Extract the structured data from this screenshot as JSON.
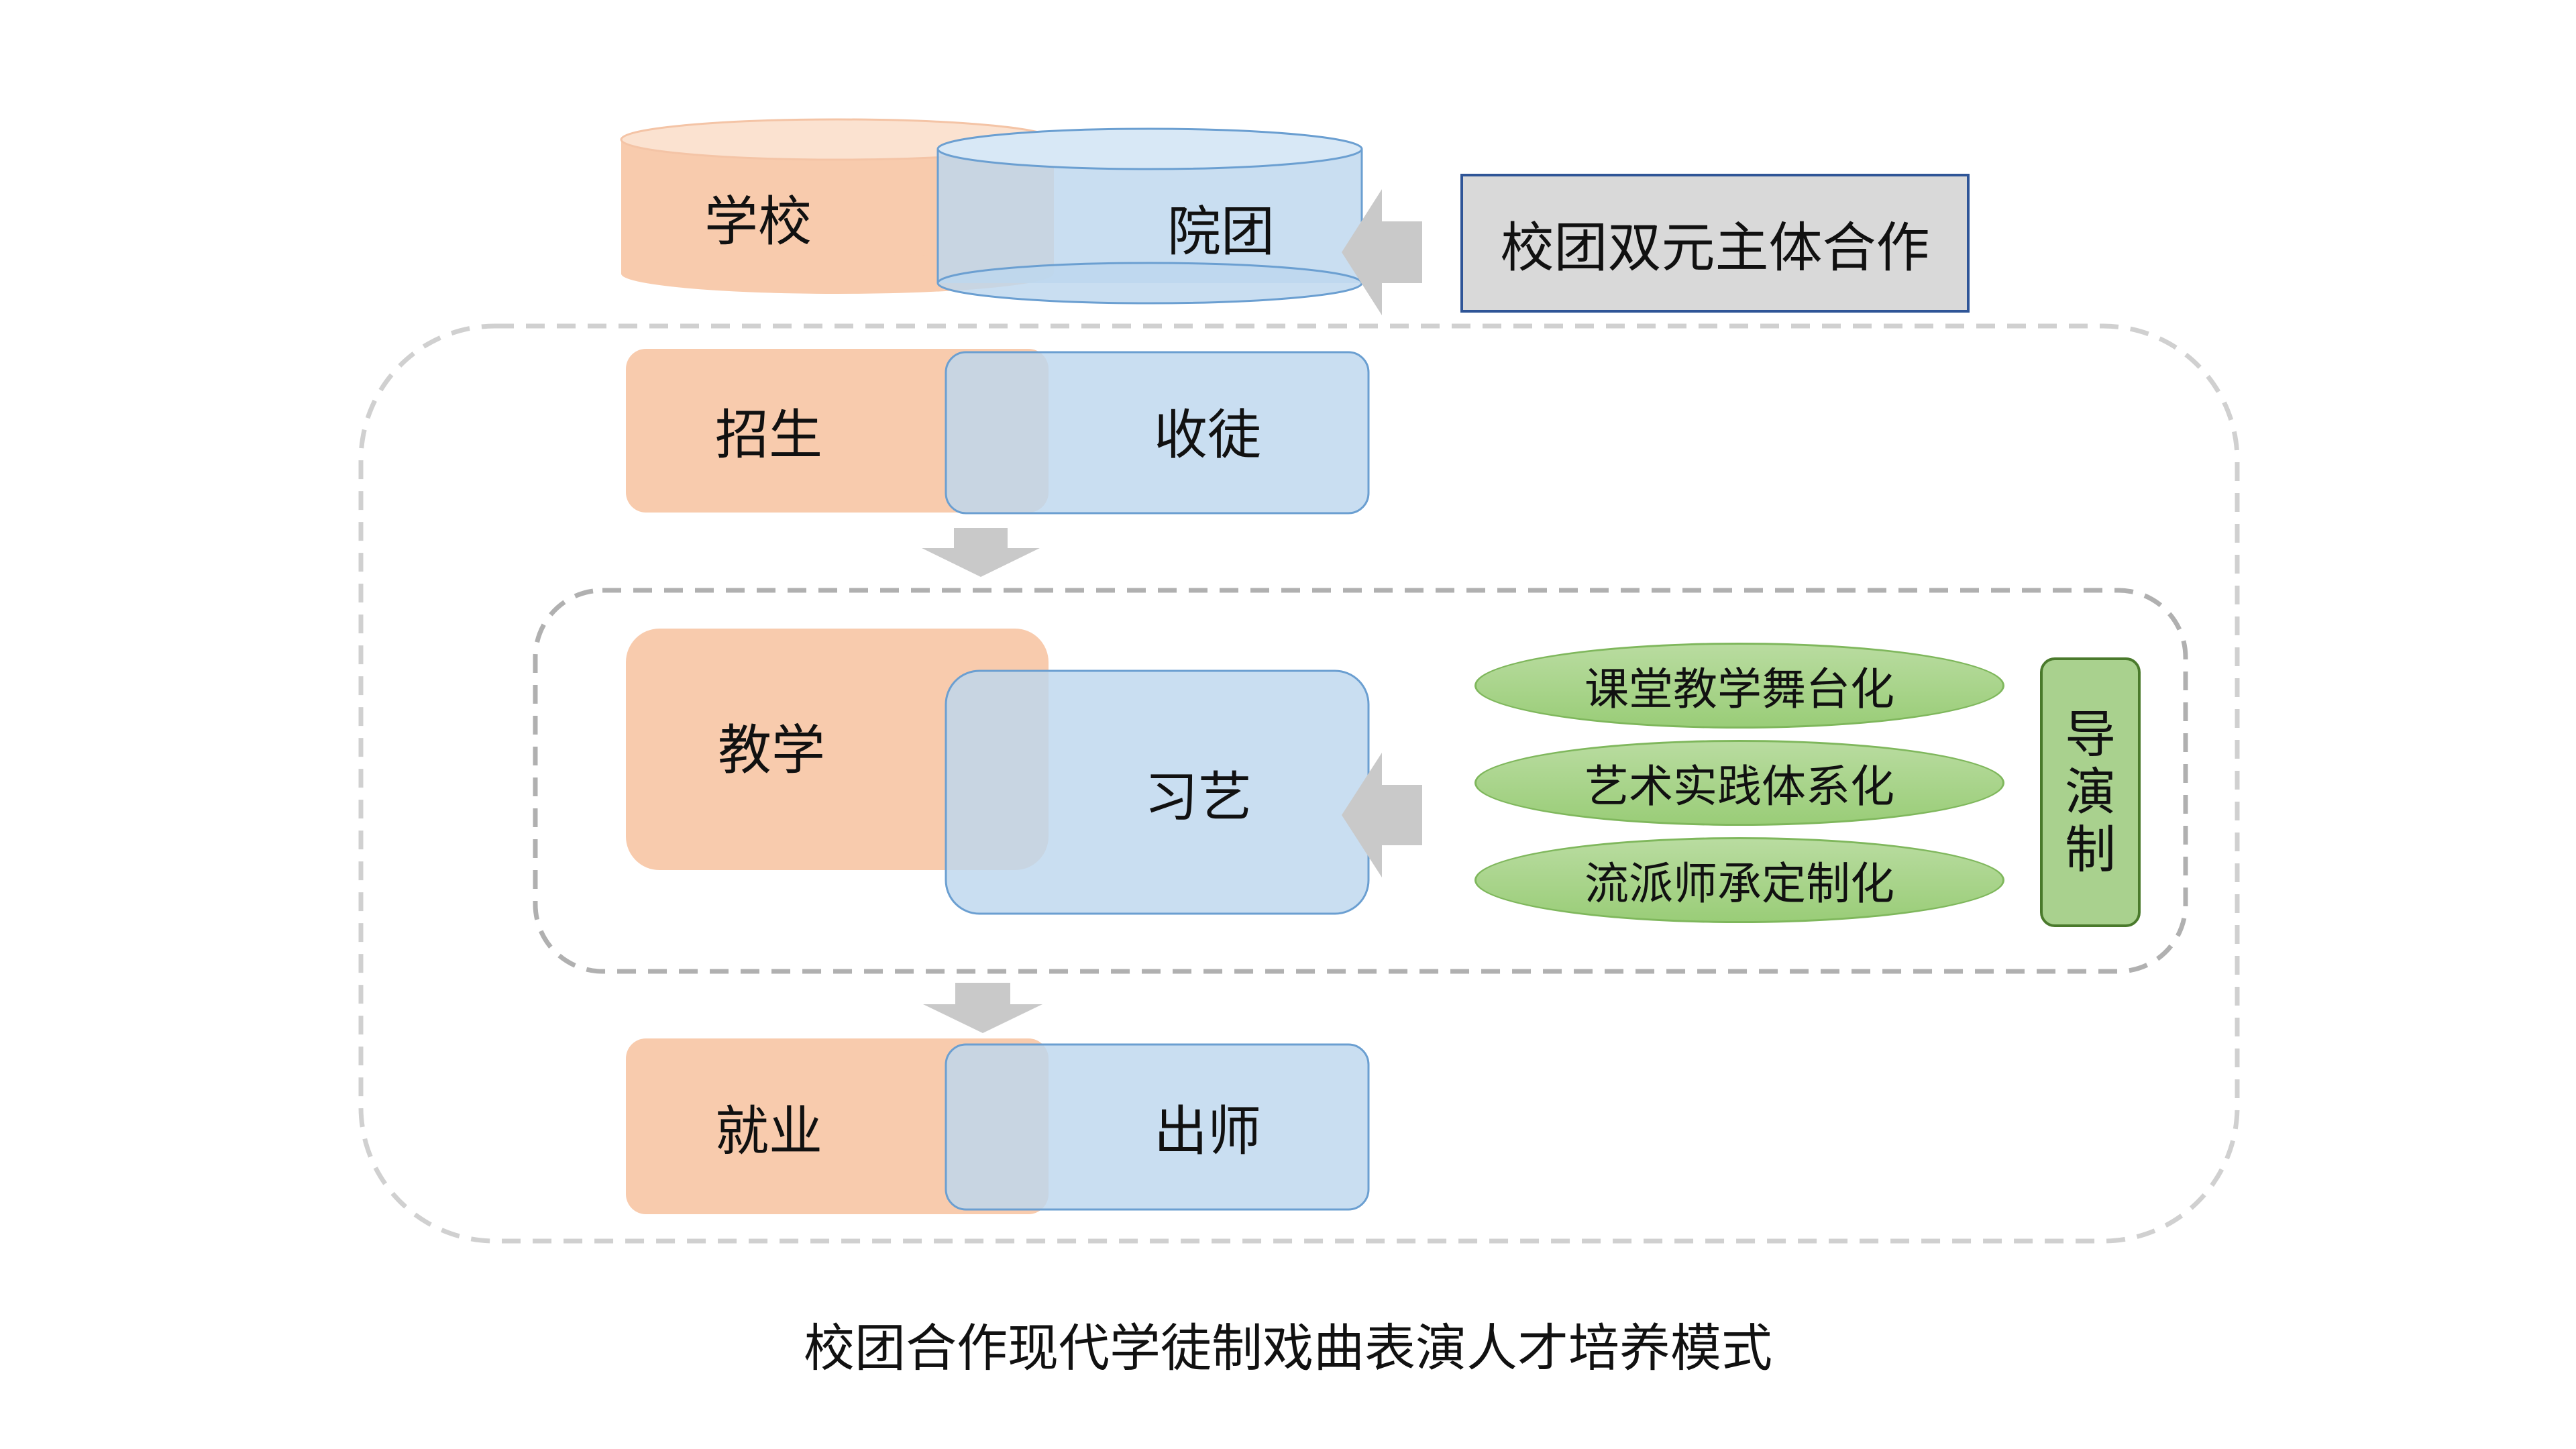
{
  "school_label": "学校",
  "troupe_label": "院团",
  "cooperation_label": "校团双元主体合作",
  "stages": [
    {
      "left_label": "招生",
      "right_label": "收徒"
    },
    {
      "left_label": "教学",
      "right_label": "习艺"
    },
    {
      "left_label": "就业",
      "right_label": "出师"
    }
  ],
  "practices": [
    "课堂教学舞台化",
    "艺术实践体系化",
    "流派师承定制化"
  ],
  "guide_chars": [
    "导",
    "演",
    "制"
  ],
  "caption": "校团合作现代学徒制戏曲表演人才培养模式",
  "colors": {
    "school": "#f8cbad",
    "troupe": "#bdd7ee",
    "practice": "#a9d18e",
    "cooperation_box": "#d9d9d9",
    "arrow": "#c9c9c9",
    "dashed_border": "#bfbfbf"
  }
}
